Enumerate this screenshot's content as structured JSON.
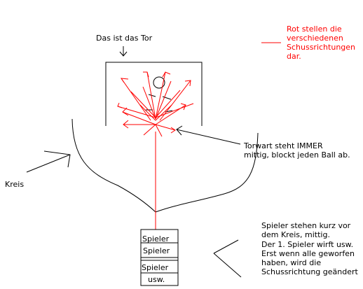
{
  "labels": {
    "goal": "Das ist das Tor",
    "legend": [
      "Rot stellen die",
      "verschiedenen",
      "Schussrichtungen",
      "dar."
    ],
    "keeper": [
      "Torwart steht IMMER",
      "mittig, blockt jeden Ball ab."
    ],
    "circle": "Kreis",
    "players_note": [
      "Spieler stehen kurz vor",
      "dem Kreis, mittig.",
      "Der 1. Spieler wirft usw.",
      "Erst wenn alle geworfen",
      "haben, wird die",
      "Schussrichtung geändert"
    ]
  },
  "players": [
    "Spieler",
    "Spieler",
    "Spieler",
    "usw."
  ],
  "colors": {
    "shot_lines": "#ff0000",
    "ink": "#000000",
    "background": "#ffffff"
  }
}
